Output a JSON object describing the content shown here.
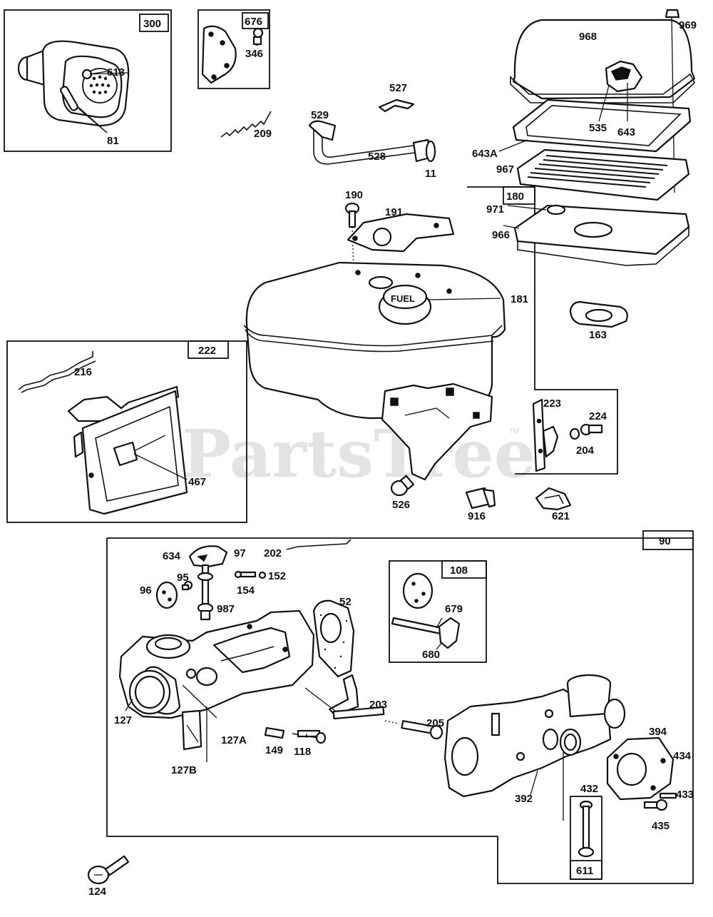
{
  "watermark": {
    "text": "PartsTree",
    "tm": "TM"
  },
  "group_boxes": [
    {
      "id": "muffler-box",
      "number": "300"
    },
    {
      "id": "guard-box",
      "number": "676"
    },
    {
      "id": "panel-box",
      "number": "222"
    },
    {
      "id": "fuel-tank-box",
      "number": "180"
    },
    {
      "id": "carburetor-box",
      "number": "90"
    },
    {
      "id": "choke-kit-box",
      "number": "108"
    },
    {
      "id": "needle-box",
      "number": "611"
    }
  ],
  "callouts": [
    "613",
    "81",
    "346",
    "209",
    "527",
    "529",
    "528",
    "11",
    "969",
    "968",
    "535",
    "643",
    "643A",
    "967",
    "971",
    "966",
    "190",
    "191",
    "181",
    "163",
    "216",
    "467",
    "223",
    "224",
    "204",
    "526",
    "916",
    "621",
    "202",
    "634",
    "97",
    "95",
    "152",
    "154",
    "96",
    "987",
    "52",
    "679",
    "680",
    "127",
    "127A",
    "127B",
    "149",
    "118",
    "203",
    "205",
    "394",
    "434",
    "433",
    "435",
    "392",
    "432",
    "124"
  ],
  "fuel_cap_text": "FUEL"
}
